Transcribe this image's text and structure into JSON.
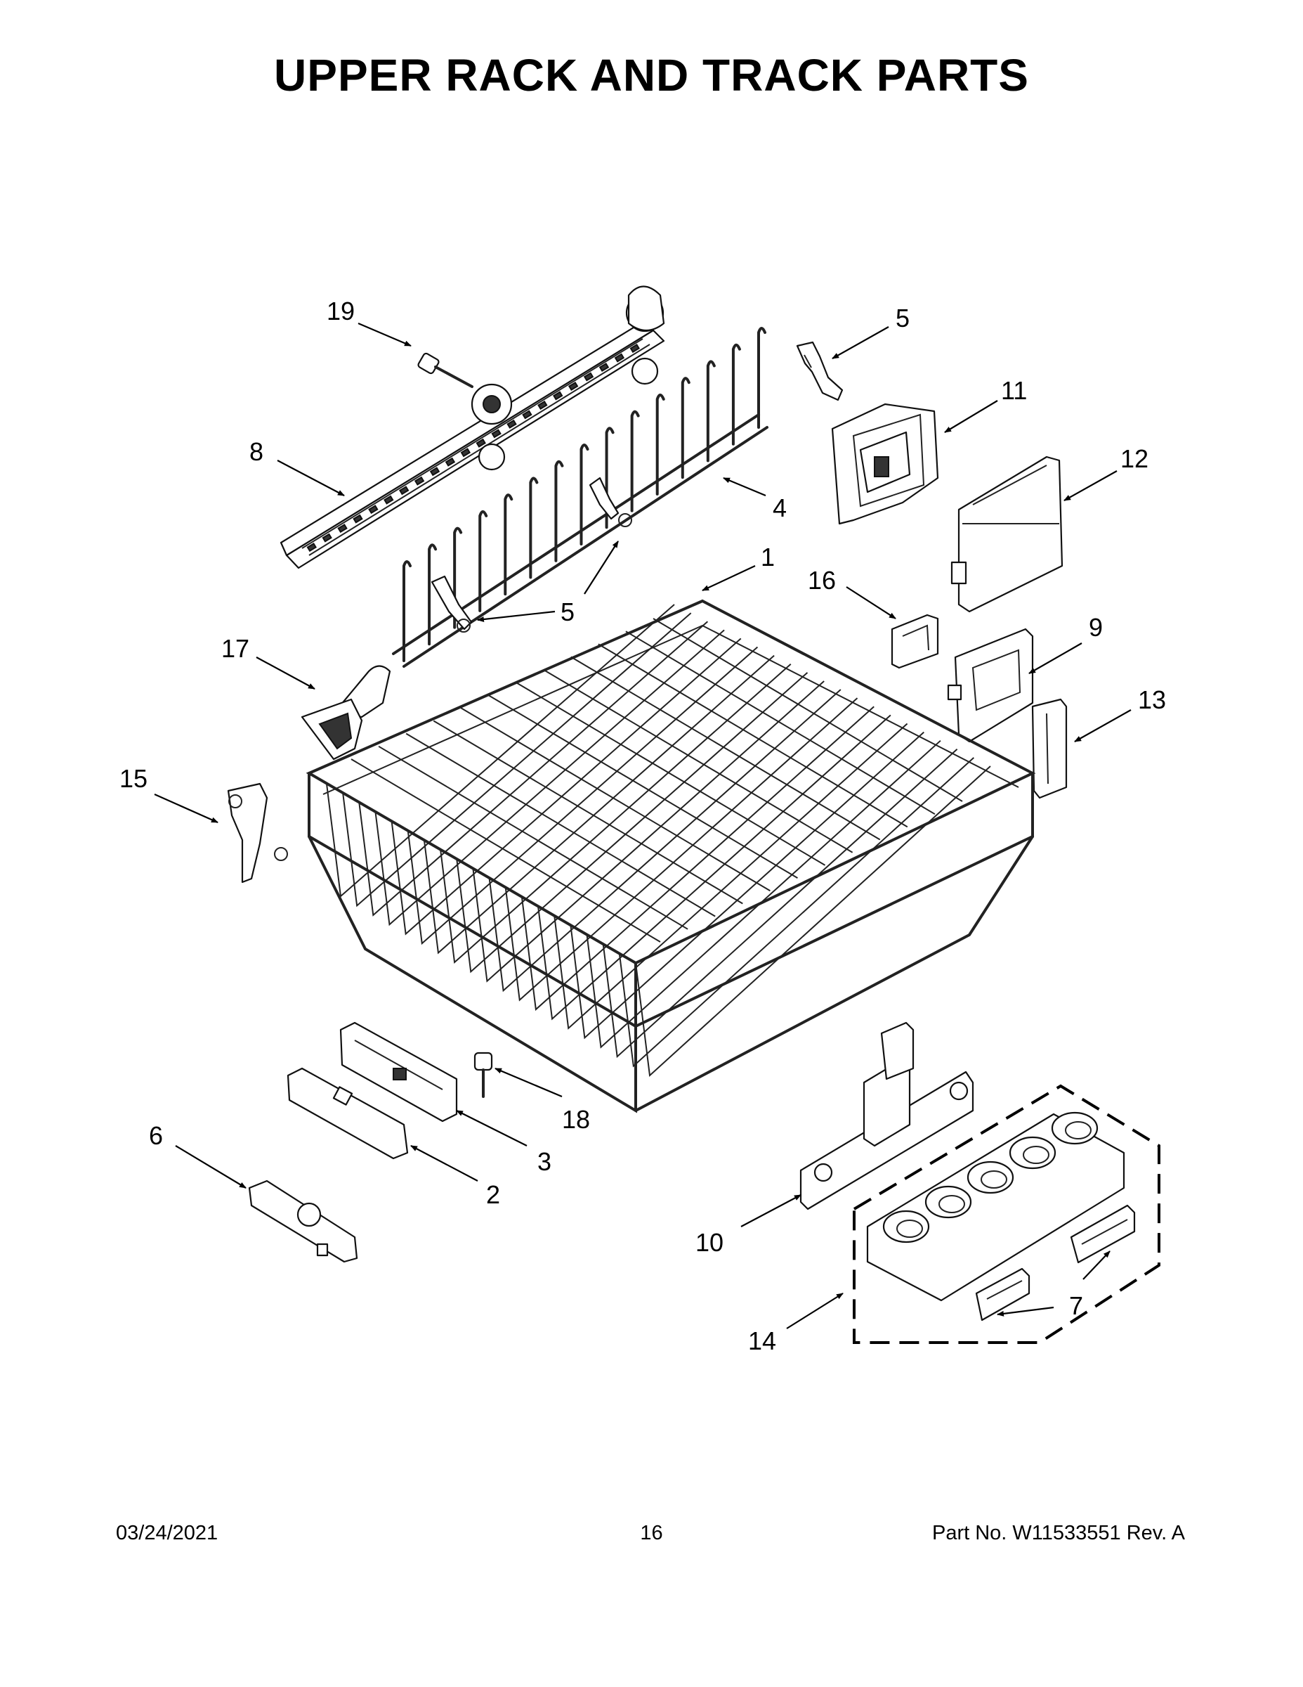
{
  "page": {
    "title": "UPPER RACK AND TRACK PARTS",
    "footer": {
      "date": "03/24/2021",
      "page_number": "16",
      "part_number": "Part No.  W11533551   Rev.  A"
    }
  },
  "callouts": [
    {
      "id": "c19",
      "label": "19"
    },
    {
      "id": "c5a",
      "label": "5"
    },
    {
      "id": "c11",
      "label": "11"
    },
    {
      "id": "c8",
      "label": "8"
    },
    {
      "id": "c12",
      "label": "12"
    },
    {
      "id": "c4",
      "label": "4"
    },
    {
      "id": "c1",
      "label": "1"
    },
    {
      "id": "c16",
      "label": "16"
    },
    {
      "id": "c5b",
      "label": "5"
    },
    {
      "id": "c17",
      "label": "17"
    },
    {
      "id": "c9",
      "label": "9"
    },
    {
      "id": "c13",
      "label": "13"
    },
    {
      "id": "c15",
      "label": "15"
    },
    {
      "id": "c18",
      "label": "18"
    },
    {
      "id": "c3",
      "label": "3"
    },
    {
      "id": "c6",
      "label": "6"
    },
    {
      "id": "c2",
      "label": "2"
    },
    {
      "id": "c10",
      "label": "10"
    },
    {
      "id": "c7",
      "label": "7"
    },
    {
      "id": "c14",
      "label": "14"
    }
  ]
}
